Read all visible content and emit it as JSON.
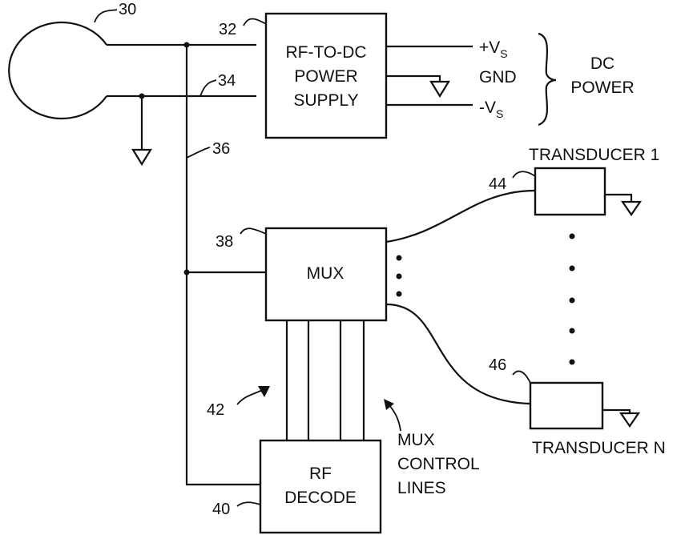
{
  "refs": {
    "antenna": "30",
    "power_supply": "32",
    "ground_line": "34",
    "rf_line": "36",
    "mux": "38",
    "rf_decode": "40",
    "control_lines": "42",
    "transducer_1": "44",
    "transducer_n": "46"
  },
  "power_supply": {
    "line1": "RF-TO-DC",
    "line2": "POWER",
    "line3": "SUPPLY"
  },
  "outputs": {
    "pos_prefix": "+V",
    "pos_sub": "S",
    "gnd": "GND",
    "neg_prefix": "-V",
    "neg_sub": "S"
  },
  "dc_power": {
    "line1": "DC",
    "line2": "POWER"
  },
  "mux": {
    "label": "MUX"
  },
  "rf_decode": {
    "line1": "RF",
    "line2": "DECODE"
  },
  "mux_control": {
    "line1": "MUX",
    "line2": "CONTROL",
    "line3": "LINES"
  },
  "transducer_1": {
    "label": "TRANSDUCER 1"
  },
  "transducer_n": {
    "label": "TRANSDUCER N"
  }
}
